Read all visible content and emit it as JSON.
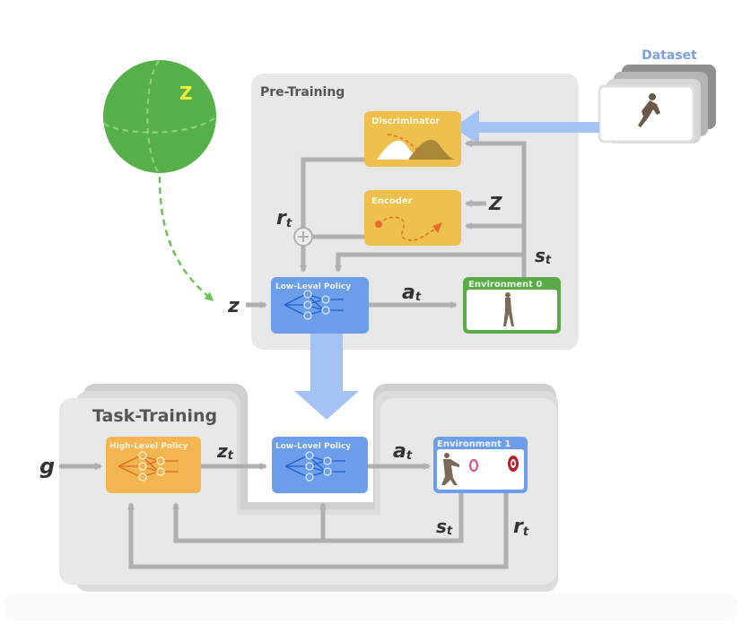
{
  "pretraining": {
    "title": "Pre-Training"
  },
  "tasktraining": {
    "title": "Task-Training"
  },
  "dataset": {
    "title": "Dataset"
  },
  "latent_sphere": {
    "label": "Z"
  },
  "blocks": {
    "discriminator": "Discriminator",
    "encoder": "Encoder",
    "low_level_policy_pre": "Low-Leval Policy",
    "environment_0": "Environment 0",
    "high_level_policy": "High-Level Policy",
    "low_level_policy_task": "Low-Level Policy",
    "environment_1": "Environment 1"
  },
  "variables": {
    "r_t": "r",
    "s_t": "s",
    "a_t": "a",
    "z_t": "z",
    "z": "z",
    "z_enc": "Z",
    "g": "g",
    "subscript": "t"
  },
  "colors": {
    "panel": "#e8e8e8",
    "yellow_block": "#eec14f",
    "orange_block": "#f3b552",
    "blue_block": "#6d9eeb",
    "green_env": "#5aab47",
    "sphere": "#56b04a",
    "arrow_gray": "#b0b0b0",
    "arrow_blue": "#a4c2f4",
    "dataset_label": "#7b9fd9"
  }
}
